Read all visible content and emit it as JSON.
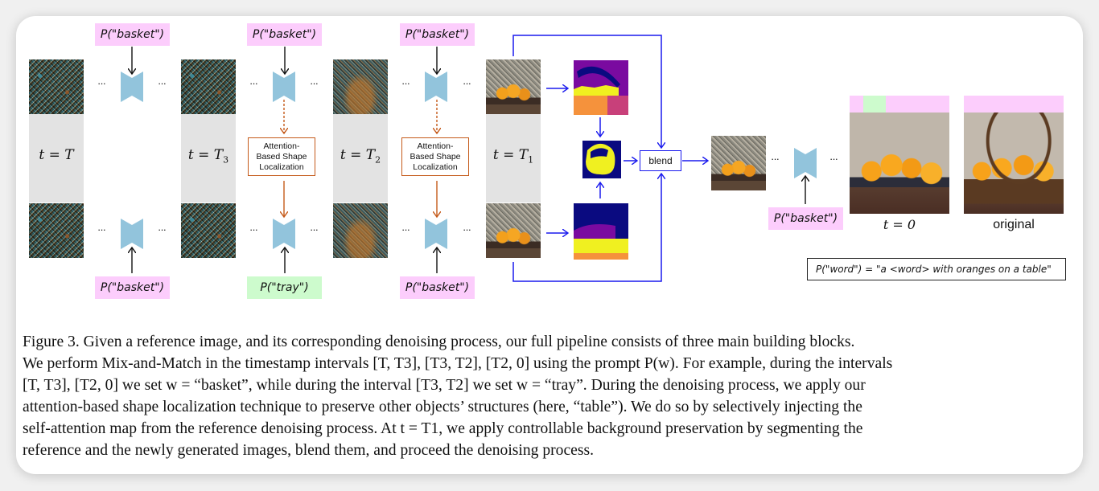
{
  "figure": {
    "prompts": {
      "top": [
        "P(\"basket\")",
        "P(\"basket\")",
        "P(\"basket\")"
      ],
      "bottom": [
        "P(\"basket\")",
        "P(\"tray\")",
        "P(\"basket\")"
      ],
      "final": "P(\"basket\")"
    },
    "timesteps": [
      "t = T",
      "t = T3",
      "t = T2",
      "t = T1"
    ],
    "timestep_parts": [
      {
        "base": "t = T",
        "sub": ""
      },
      {
        "base": "t = T",
        "sub": "3"
      },
      {
        "base": "t = T",
        "sub": "2"
      },
      {
        "base": "t = T",
        "sub": "1"
      }
    ],
    "ellipsis": "···",
    "attention_block": {
      "line1": "Attention-",
      "line2": "Based Shape",
      "line3": "Localization"
    },
    "blend_label": "blend",
    "output_labels": {
      "generated": "t = 0",
      "original": "original"
    },
    "legend": "P(\"word\") = \"a <word> with oranges on a table\"",
    "colors": {
      "prompt_basket": "#fccdfc",
      "prompt_tray": "#cdfbcd",
      "unet": "#92c4dc",
      "attention_arrow": "#c55a1a",
      "blend_arrows": "#1a1aee",
      "seg_purple": "#7a0aa0",
      "seg_yellow": "#f0f020",
      "seg_orange": "#f5923c",
      "seg_pink": "#c8407a",
      "seg_navy": "#0a0a80"
    }
  },
  "caption": {
    "lines": [
      "Figure 3.   Given a reference image, and its corresponding denoising process, our full pipeline consists of three main building blocks.",
      "We perform Mix-and-Match in the timestamp intervals [T, T3], [T3, T2], [T2, 0] using the prompt P(w). For example, during the intervals",
      "[T, T3], [T2, 0] we set w = “basket”, while during the interval [T3, T2] we set w = “tray”. During the denoising process, we apply our",
      "attention-based shape localization technique to preserve other objects’ structures (here, “table”).  We do so by selectively injecting the",
      "self-attention map from the reference denoising process.  At t = T1, we apply controllable background preservation by segmenting the",
      "reference and the newly generated images, blend them, and proceed the denoising process."
    ]
  }
}
